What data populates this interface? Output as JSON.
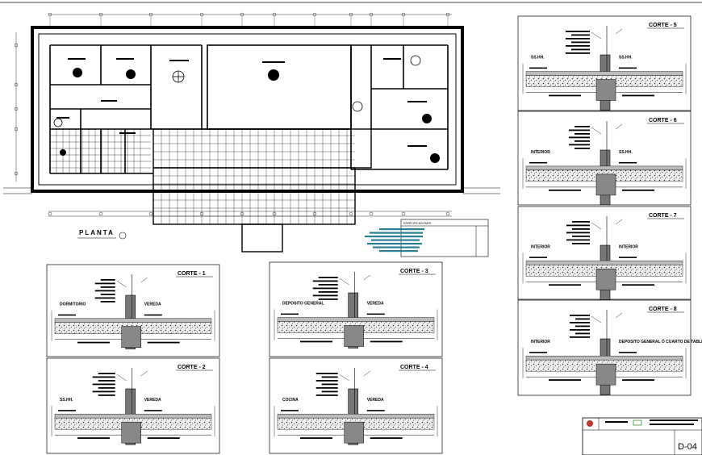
{
  "plan": {
    "title": "PLANTA"
  },
  "legend": {
    "title": "ESPECIFICACIONES"
  },
  "sections": [
    {
      "key": "c1",
      "title": "CORTE - 1",
      "left": "DORMITORIO",
      "right": "VEREDA"
    },
    {
      "key": "c2",
      "title": "CORTE - 2",
      "left": "SS.HH.",
      "right": "VEREDA"
    },
    {
      "key": "c3",
      "title": "CORTE - 3",
      "left": "DEPOSITO GENERAL",
      "right": "VEREDA"
    },
    {
      "key": "c4",
      "title": "CORTE - 4",
      "left": "COCINA",
      "right": "VEREDA"
    },
    {
      "key": "c5",
      "title": "CORTE - 5",
      "left": "SS.HH.",
      "right": "SS.HH."
    },
    {
      "key": "c6",
      "title": "CORTE - 6",
      "left": "INTERIOR",
      "right": "SS.HH."
    },
    {
      "key": "c7",
      "title": "CORTE - 7",
      "left": "INTERIOR",
      "right": "INTERIOR"
    },
    {
      "key": "c8",
      "title": "CORTE - 8",
      "left": "INTERIOR",
      "right": "DEPOSITO GENERAL Ó CUARTO DE TABLEROS"
    }
  ],
  "title_block": {
    "sheet": "D-04"
  },
  "colors": {
    "line": "#000000",
    "legend_bar": "#2a7f93",
    "accent_red": "#c0392b",
    "accent_green": "#3c8f3c"
  }
}
